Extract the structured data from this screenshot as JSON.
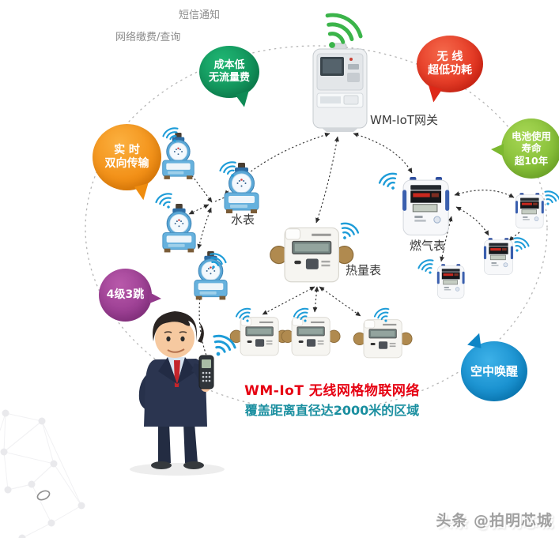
{
  "top_labels": {
    "network_pay": "网络缴费/查询",
    "sms_notify": "短信通知"
  },
  "bubbles": {
    "cost": {
      "lines": [
        "成本低",
        "无流量费"
      ],
      "color": "#12915c"
    },
    "wireless": {
      "lines": [
        "无 线",
        "超低功耗"
      ],
      "color": "#e8351f"
    },
    "realtime": {
      "lines": [
        "实 时",
        "双向传输"
      ],
      "color": "#f7941e"
    },
    "battery": {
      "lines": [
        "电池使用",
        "寿命",
        "超10年"
      ],
      "color": "#8cc63f"
    },
    "hops": {
      "lines": [
        "4级3跳"
      ],
      "color": "#a34f9e"
    },
    "wakeup": {
      "lines": [
        "空中唤醒"
      ],
      "color": "#1897d5"
    }
  },
  "device_labels": {
    "gateway": "WM-IoT网关",
    "water": "水表",
    "gas": "燃气表",
    "heat": "热量表"
  },
  "caption": {
    "line1": "WM-IoT 无线网格物联网络",
    "line2": "覆盖距离直径达2000米的区域",
    "line1_color": "#e60012",
    "line2_color": "#1a8fa0"
  },
  "watermark": "头条 @拍明芯城",
  "icons": {
    "wifi": "wifi-signal-arcs",
    "gateway_wifi_color": "#3bb44a",
    "meter_wifi_color": "#1d9cd8"
  },
  "devices": {
    "water_meters": 4,
    "gas_meters": 4,
    "heat_meters": 4,
    "gateways": 1,
    "handheld_terminals": 1
  }
}
